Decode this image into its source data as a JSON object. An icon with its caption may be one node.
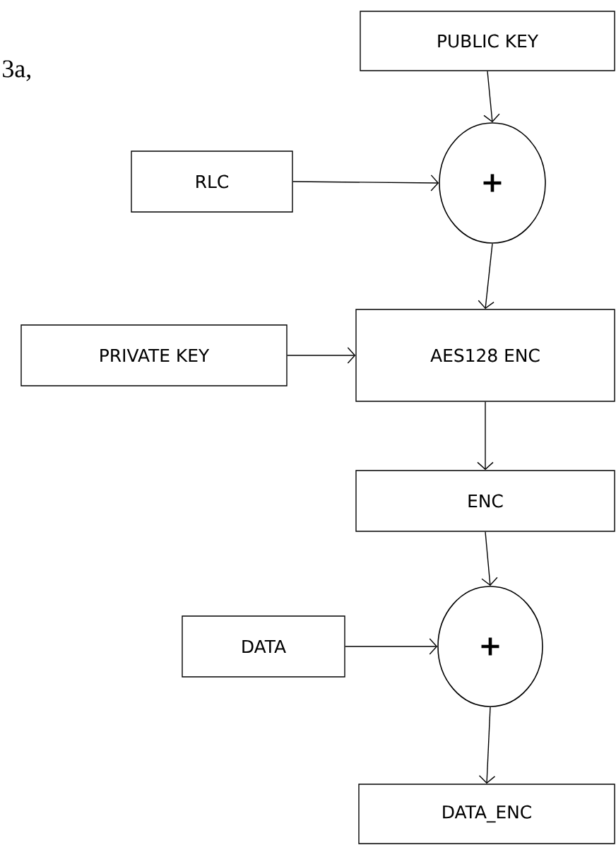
{
  "diagram": {
    "nodes": [
      {
        "text": [
          "PUBLIC KEY"
        ]
      },
      {
        "text": [
          "RLC"
        ]
      },
      {
        "text": [
          "+"
        ]
      },
      {
        "text": [
          "PRIVATE KEY"
        ]
      },
      {
        "text": [
          "AES128 ENC"
        ]
      },
      {
        "text": [
          "ENC"
        ]
      },
      {
        "text": [
          "DATA"
        ]
      },
      {
        "text": [
          "+"
        ]
      },
      {
        "text": [
          "DATA_ENC"
        ]
      }
    ],
    "edges": [
      {
        "from": 0,
        "to": 2,
        "arrow": "to"
      },
      {
        "from": 1,
        "to": 2,
        "arrow": "to"
      },
      {
        "from": 2,
        "to": 4,
        "arrow": "to"
      },
      {
        "from": 3,
        "to": 4,
        "arrow": "to"
      },
      {
        "from": 4,
        "to": 5,
        "arrow": "to"
      },
      {
        "from": 5,
        "to": 7,
        "arrow": "to"
      },
      {
        "from": 6,
        "to": 7,
        "arrow": "to"
      },
      {
        "from": 7,
        "to": 8,
        "arrow": "to"
      }
    ],
    "labels": [
      "3a,"
    ]
  }
}
